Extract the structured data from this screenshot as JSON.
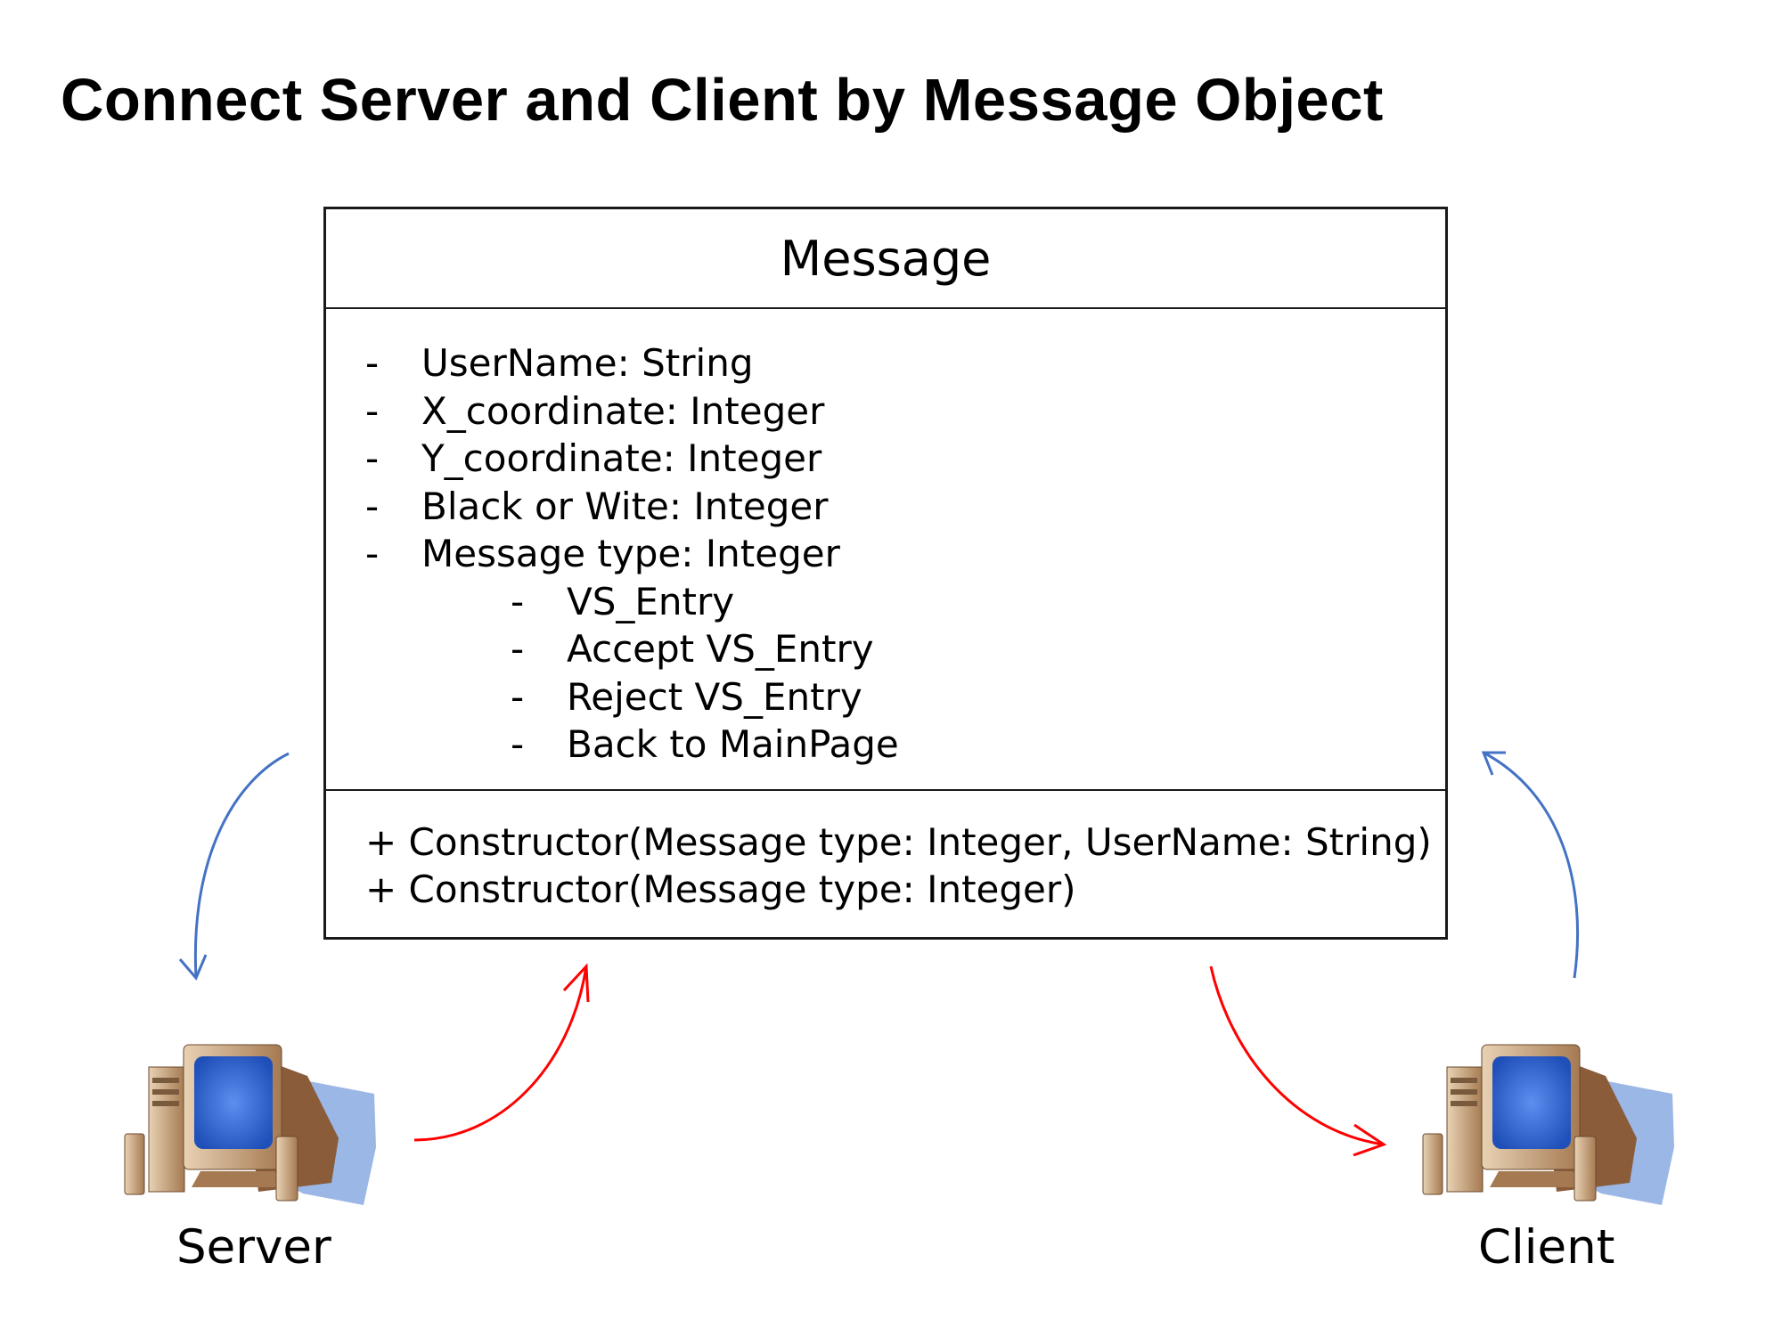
{
  "title": "Connect Server and Client by Message Object",
  "class_box": {
    "name": "Message",
    "attributes": [
      {
        "bullet": "-",
        "text": "UserName: String",
        "level": 0
      },
      {
        "bullet": "-",
        "text": "X_coordinate: Integer",
        "level": 0
      },
      {
        "bullet": "-",
        "text": "Y_coordinate: Integer",
        "level": 0
      },
      {
        "bullet": "-",
        "text": "Black or Wite: Integer",
        "level": 0
      },
      {
        "bullet": "-",
        "text": "Message type: Integer",
        "level": 0
      },
      {
        "bullet": "-",
        "text": "VS_Entry",
        "level": 1
      },
      {
        "bullet": "-",
        "text": "Accept VS_Entry",
        "level": 1
      },
      {
        "bullet": "-",
        "text": "Reject VS_Entry",
        "level": 1
      },
      {
        "bullet": "-",
        "text": "Back to MainPage",
        "level": 1
      }
    ],
    "operations": [
      "+ Constructor(Message type: Integer, UserName: String)",
      "+ Constructor(Message type: Integer)"
    ]
  },
  "nodes": {
    "server": {
      "label": "Server",
      "icon": "desktop-computer-icon"
    },
    "client": {
      "label": "Client",
      "icon": "desktop-computer-icon"
    }
  },
  "arrows": [
    {
      "from": "class_box",
      "to": "server",
      "color": "#4472C4"
    },
    {
      "from": "server",
      "to": "class_box",
      "color": "#FF0000"
    },
    {
      "from": "class_box",
      "to": "client",
      "color": "#FF0000"
    },
    {
      "from": "client",
      "to": "class_box",
      "color": "#4472C4"
    }
  ],
  "colors": {
    "blue_arrow": "#4472C4",
    "red_arrow": "#FF0000",
    "screen": "#3b6fd6",
    "case": "#c8a37c",
    "shadow": "#9bb7e6"
  }
}
